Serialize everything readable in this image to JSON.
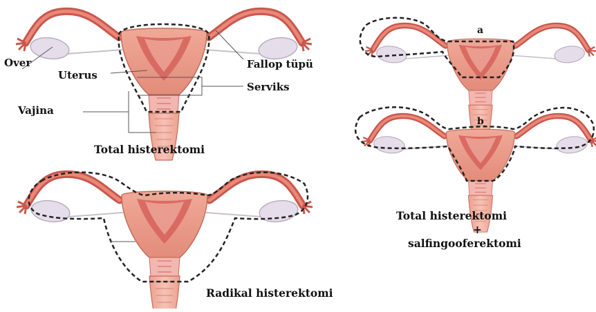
{
  "labels": {
    "over": "Over",
    "uterus": "Uterus",
    "vajina": "Vajina",
    "fallop": "Fallop tüpü",
    "serviks": "Serviks"
  },
  "captions": {
    "total": "Total histerektomi",
    "radikal": "Radikal histerektomi",
    "combo_line1": "Total histerektomi",
    "combo_plus": "+",
    "combo_line2": "salfingooferektomi"
  },
  "markers": {
    "a": "a",
    "b": "b"
  },
  "colors": {
    "tissue": "#e9a08e",
    "tissue_dark": "#c9574c",
    "tube": "#cf5a4f",
    "ovary": "#e6ddea",
    "cervix": "#f2b7b0",
    "outline": "#222222"
  }
}
